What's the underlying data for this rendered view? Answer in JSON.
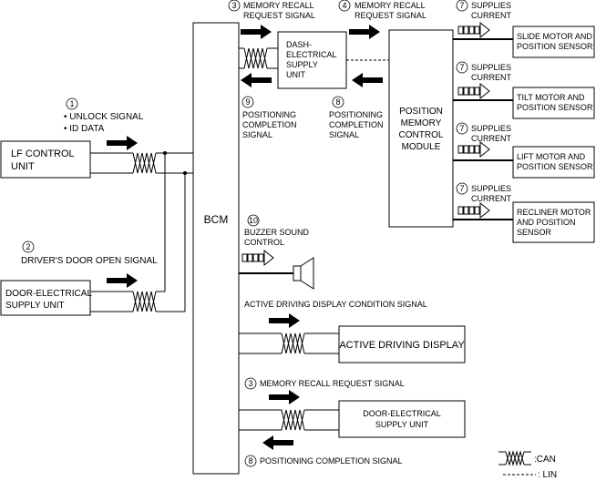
{
  "blocks": {
    "bcm": "BCM",
    "lf_control_unit": [
      "LF CONTROL",
      "UNIT"
    ],
    "door_electrical_supply_unit_left": [
      "DOOR-ELECTRICAL",
      "SUPPLY UNIT"
    ],
    "dash_electrical_supply_unit": [
      "DASH-",
      "ELECTRICAL",
      "SUPPLY",
      "UNIT"
    ],
    "position_memory_control_module": [
      "POSITION",
      "MEMORY",
      "CONTROL",
      "MODULE"
    ],
    "slide_motor": [
      "SLIDE MOTOR AND",
      "POSITION SENSOR"
    ],
    "tilt_motor": [
      "TILT MOTOR AND",
      "POSITION SENSOR"
    ],
    "lift_motor": [
      "LIFT MOTOR AND",
      "POSITION SENSOR"
    ],
    "recliner_motor": [
      "RECLINER MOTOR",
      "AND POSITION",
      "SENSOR"
    ],
    "active_driving_display": "ACTIVE DRIVING DISPLAY",
    "door_electrical_supply_unit_right": [
      "DOOR-ELECTRICAL",
      "SUPPLY UNIT"
    ]
  },
  "signals": {
    "s1_num": "1",
    "s1_lines": [
      "• UNLOCK SIGNAL",
      "• ID DATA"
    ],
    "s2_num": "2",
    "s2_label": "DRIVER'S DOOR OPEN SIGNAL",
    "s3_num": "3",
    "s3_label": [
      "MEMORY RECALL",
      "REQUEST SIGNAL"
    ],
    "s4_num": "4",
    "s4_label": [
      "MEMORY RECALL",
      "REQUEST SIGNAL"
    ],
    "s7_num": "7",
    "s7_label": [
      "SUPPLIES",
      "CURRENT"
    ],
    "s9_num": "9",
    "s9_label": [
      "POSITIONING",
      "COMPLETION",
      "SIGNAL"
    ],
    "s8_num": "8",
    "s8_label": [
      "POSITIONING",
      "COMPLETION",
      "SIGNAL"
    ],
    "s10_num": "10",
    "s10_label": [
      "BUZZER SOUND",
      "CONTROL"
    ],
    "active_display_condition": "ACTIVE DRIVING DISPLAY CONDITION SIGNAL",
    "s3b_num": "3",
    "s3b_label": "MEMORY RECALL REQUEST SIGNAL",
    "s8b_num": "8",
    "s8b_label": "POSITIONING COMPLETION SIGNAL"
  },
  "legend": {
    "can": ":CAN",
    "lin": ": LIN"
  }
}
